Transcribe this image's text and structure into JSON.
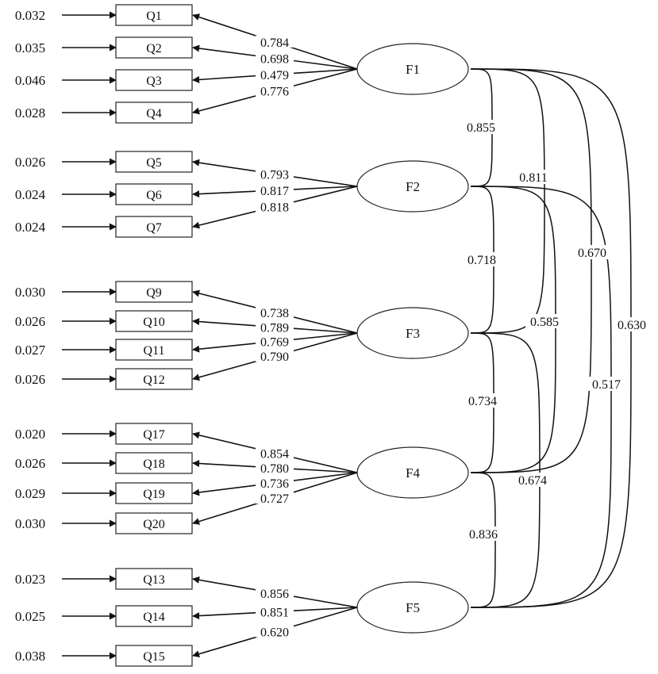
{
  "factors": [
    {
      "id": "F1",
      "label": "F1"
    },
    {
      "id": "F2",
      "label": "F2"
    },
    {
      "id": "F3",
      "label": "F3"
    },
    {
      "id": "F4",
      "label": "F4"
    },
    {
      "id": "F5",
      "label": "F5"
    }
  ],
  "items": [
    {
      "label": "Q1",
      "factor": "F1",
      "error": "0.032",
      "loading": "0.784"
    },
    {
      "label": "Q2",
      "factor": "F1",
      "error": "0.035",
      "loading": "0.698"
    },
    {
      "label": "Q3",
      "factor": "F1",
      "error": "0.046",
      "loading": "0.479"
    },
    {
      "label": "Q4",
      "factor": "F1",
      "error": "0.028",
      "loading": "0.776"
    },
    {
      "label": "Q5",
      "factor": "F2",
      "error": "0.026",
      "loading": "0.793"
    },
    {
      "label": "Q6",
      "factor": "F2",
      "error": "0.024",
      "loading": "0.817"
    },
    {
      "label": "Q7",
      "factor": "F2",
      "error": "0.024",
      "loading": "0.818"
    },
    {
      "label": "Q9",
      "factor": "F3",
      "error": "0.030",
      "loading": "0.738"
    },
    {
      "label": "Q10",
      "factor": "F3",
      "error": "0.026",
      "loading": "0.789"
    },
    {
      "label": "Q11",
      "factor": "F3",
      "error": "0.027",
      "loading": "0.769"
    },
    {
      "label": "Q12",
      "factor": "F3",
      "error": "0.026",
      "loading": "0.790"
    },
    {
      "label": "Q17",
      "factor": "F4",
      "error": "0.020",
      "loading": "0.854"
    },
    {
      "label": "Q18",
      "factor": "F4",
      "error": "0.026",
      "loading": "0.780"
    },
    {
      "label": "Q19",
      "factor": "F4",
      "error": "0.029",
      "loading": "0.736"
    },
    {
      "label": "Q20",
      "factor": "F4",
      "error": "0.030",
      "loading": "0.727"
    },
    {
      "label": "Q13",
      "factor": "F5",
      "error": "0.023",
      "loading": "0.856"
    },
    {
      "label": "Q14",
      "factor": "F5",
      "error": "0.025",
      "loading": "0.851"
    },
    {
      "label": "Q15",
      "factor": "F5",
      "error": "0.038",
      "loading": "0.620"
    }
  ],
  "correlations": [
    {
      "from": "F1",
      "to": "F2",
      "value": "0.855"
    },
    {
      "from": "F1",
      "to": "F3",
      "value": "0.811"
    },
    {
      "from": "F1",
      "to": "F4",
      "value": "0.670"
    },
    {
      "from": "F1",
      "to": "F5",
      "value": "0.630"
    },
    {
      "from": "F2",
      "to": "F3",
      "value": "0.718"
    },
    {
      "from": "F2",
      "to": "F4",
      "value": "0.585"
    },
    {
      "from": "F2",
      "to": "F5",
      "value": "0.517"
    },
    {
      "from": "F3",
      "to": "F4",
      "value": "0.734"
    },
    {
      "from": "F3",
      "to": "F5",
      "value": "0.674"
    },
    {
      "from": "F4",
      "to": "F5",
      "value": "0.836"
    }
  ],
  "colors": {
    "stroke": "#111111",
    "background": "#ffffff"
  }
}
